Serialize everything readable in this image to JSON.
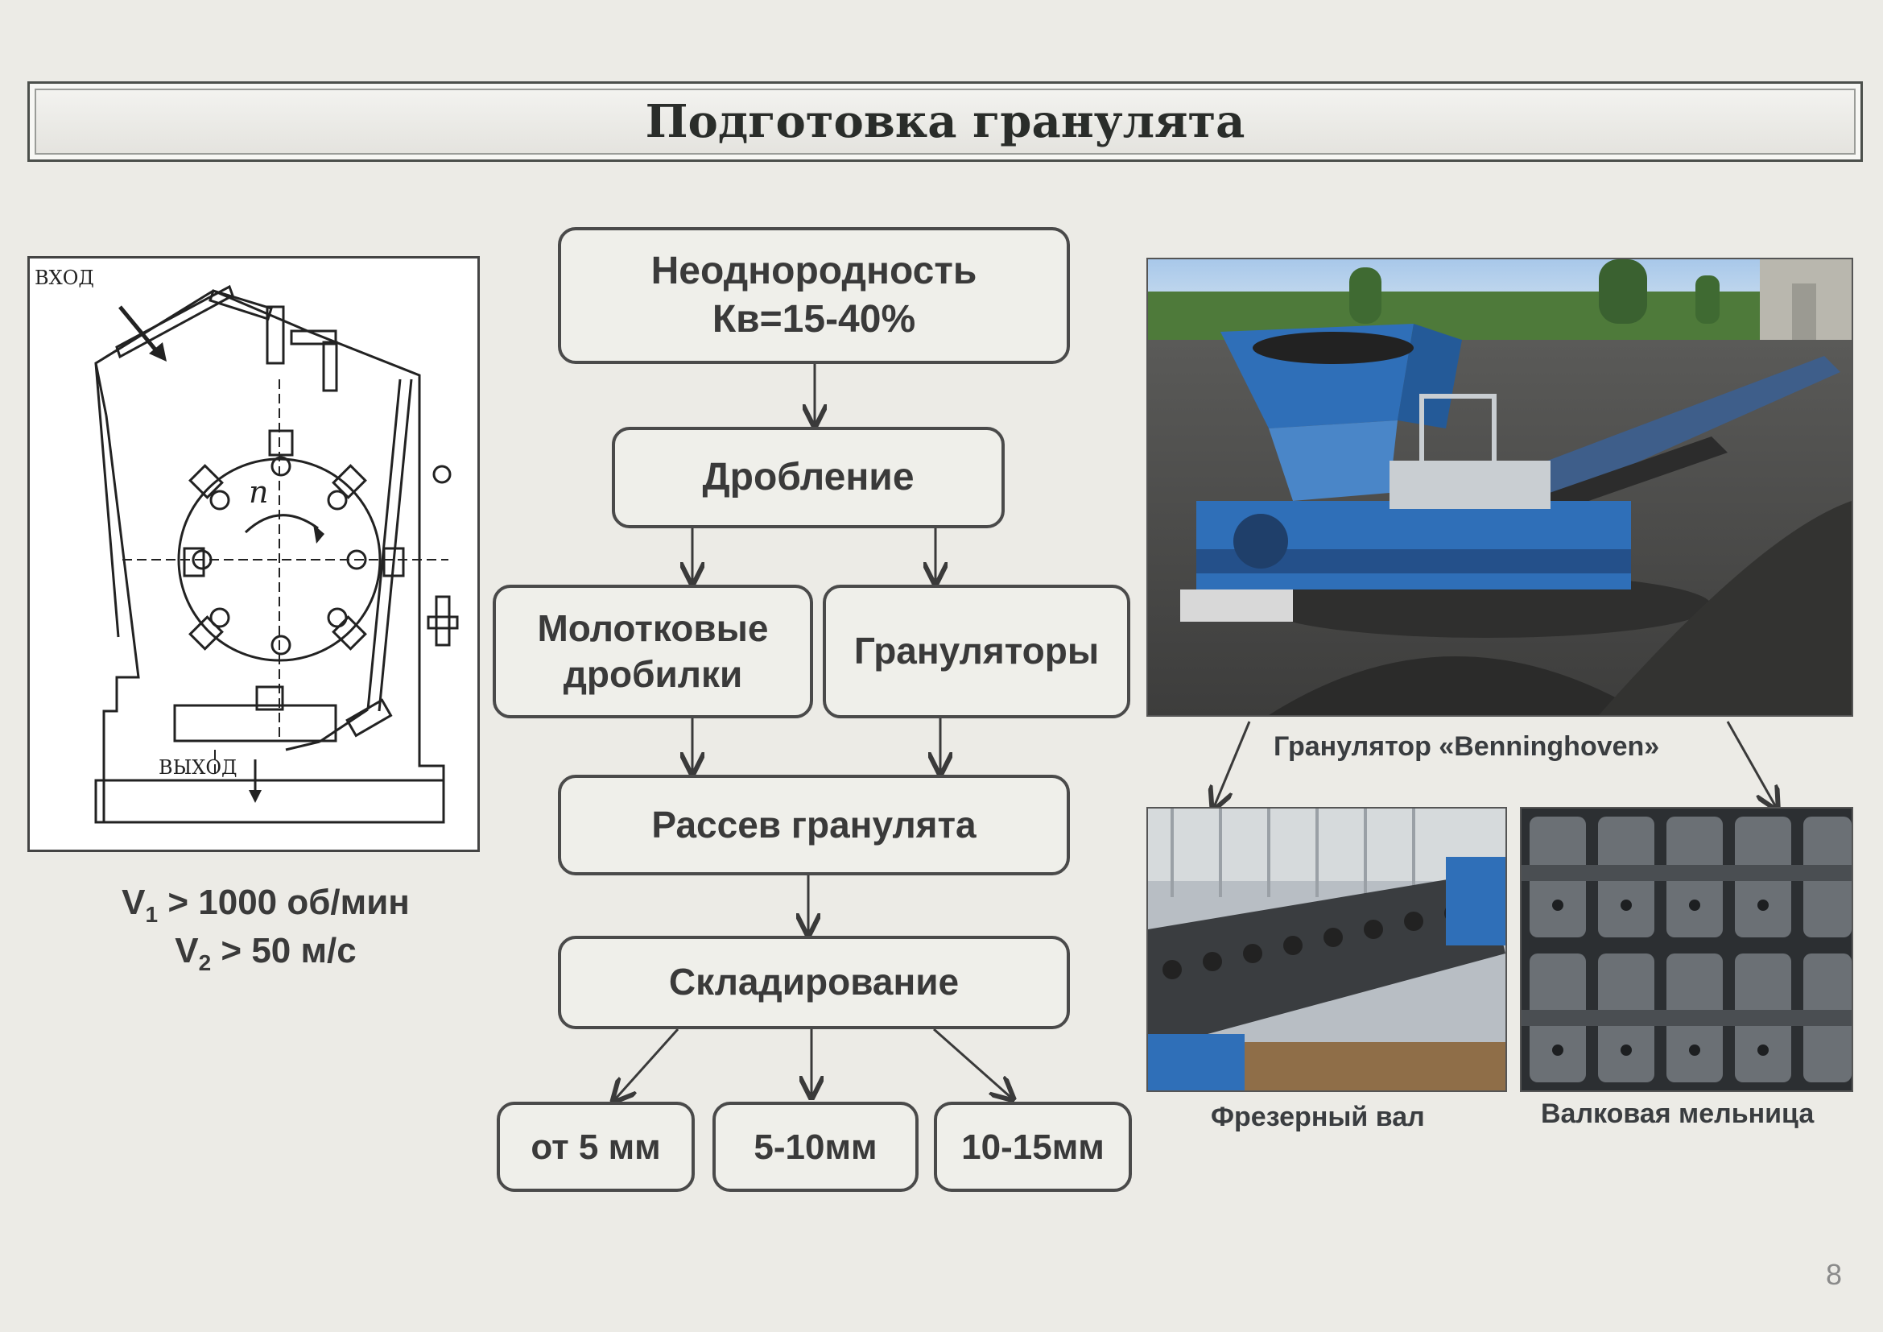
{
  "title": "Подготовка гранулята",
  "diagram": {
    "input_label": "ВХОД",
    "output_label": "ВЫХОД",
    "rotor_label": "n"
  },
  "formula": {
    "v1": {
      "symbol": "V",
      "sub": "1",
      "text": " > 1000 об/мин"
    },
    "v2": {
      "symbol": "V",
      "sub": "2",
      "text": " > 50 м/с"
    }
  },
  "flow": {
    "heterogeneity": {
      "line1": "Неоднородность",
      "line2": "Кв=15-40%"
    },
    "crushing": "Дробление",
    "hammer": {
      "line1": "Молотковые",
      "line2": "дробилки"
    },
    "granulators": "Грануляторы",
    "screening": "Рассев гранулята",
    "storage": "Складирование",
    "fractions": [
      "от 5 мм",
      "5-10мм",
      "10-15мм"
    ]
  },
  "photos": {
    "main_caption": "Гранулятор «Benninghoven»",
    "left_caption": "Фрезерный вал",
    "right_caption": "Валковая мельница"
  },
  "page_number": "8",
  "colors": {
    "box_border": "#4a4a4a",
    "machine_blue": "#2f6fb8",
    "background": "#ecebe6"
  }
}
